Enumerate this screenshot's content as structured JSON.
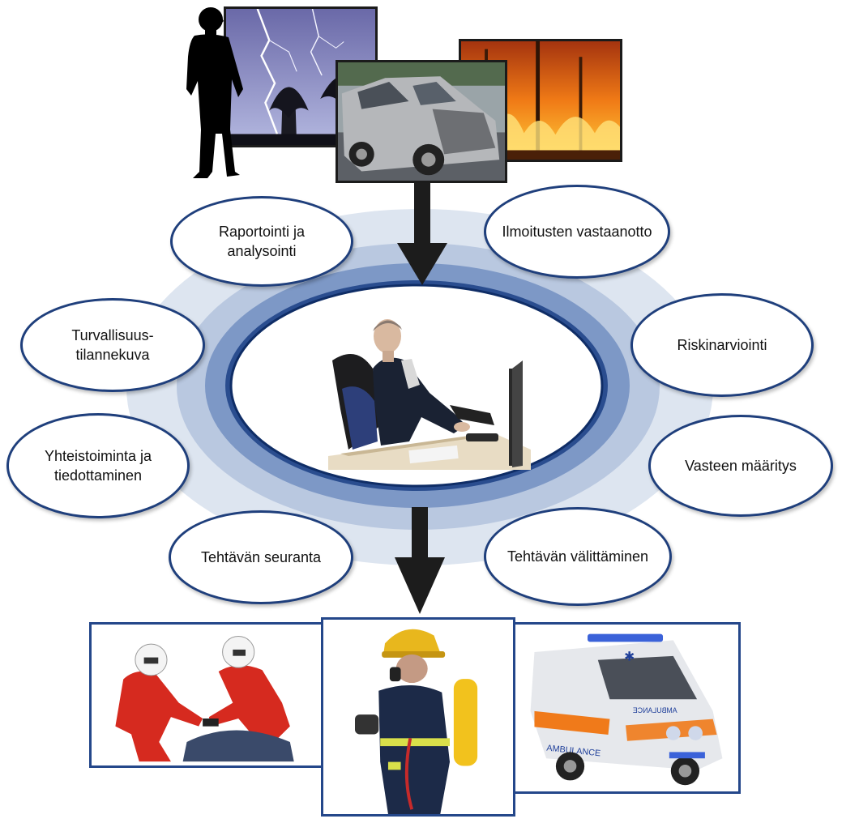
{
  "colors": {
    "ring_outer": "#dde5f0",
    "ring_light": "#b9c8e0",
    "ring_mid": "#7d98c6",
    "ring_dark": "#2a4d8f",
    "arrow": "#1c1c1c",
    "bubble_border": "#1f3f7c"
  },
  "process_steps": [
    {
      "label": "Raportointi ja\nanalysointi"
    },
    {
      "label": "Ilmoitusten vastaanotto"
    },
    {
      "label": "Turvallisuus-\ntilannekuva"
    },
    {
      "label": "Riskinarviointi"
    },
    {
      "label": "Yhteistoiminta ja\ntiedottaminen"
    },
    {
      "label": "Vasteen määritys"
    },
    {
      "label": "Tehtävän seuranta"
    },
    {
      "label": "Tehtävän välittäminen"
    }
  ],
  "images": {
    "top": [
      "caller-silhouette",
      "lightning-storm-photo",
      "car-crash-photo",
      "forest-fire-photo"
    ],
    "center": "dispatcher-at-desk-photo",
    "bottom": [
      "rescue-helicopter-crew-photo",
      "firefighter-photo",
      "ambulance-photo"
    ]
  },
  "ambulance": {
    "side_text": "AMBULANCE",
    "hood_text": "AMBULANCE"
  }
}
